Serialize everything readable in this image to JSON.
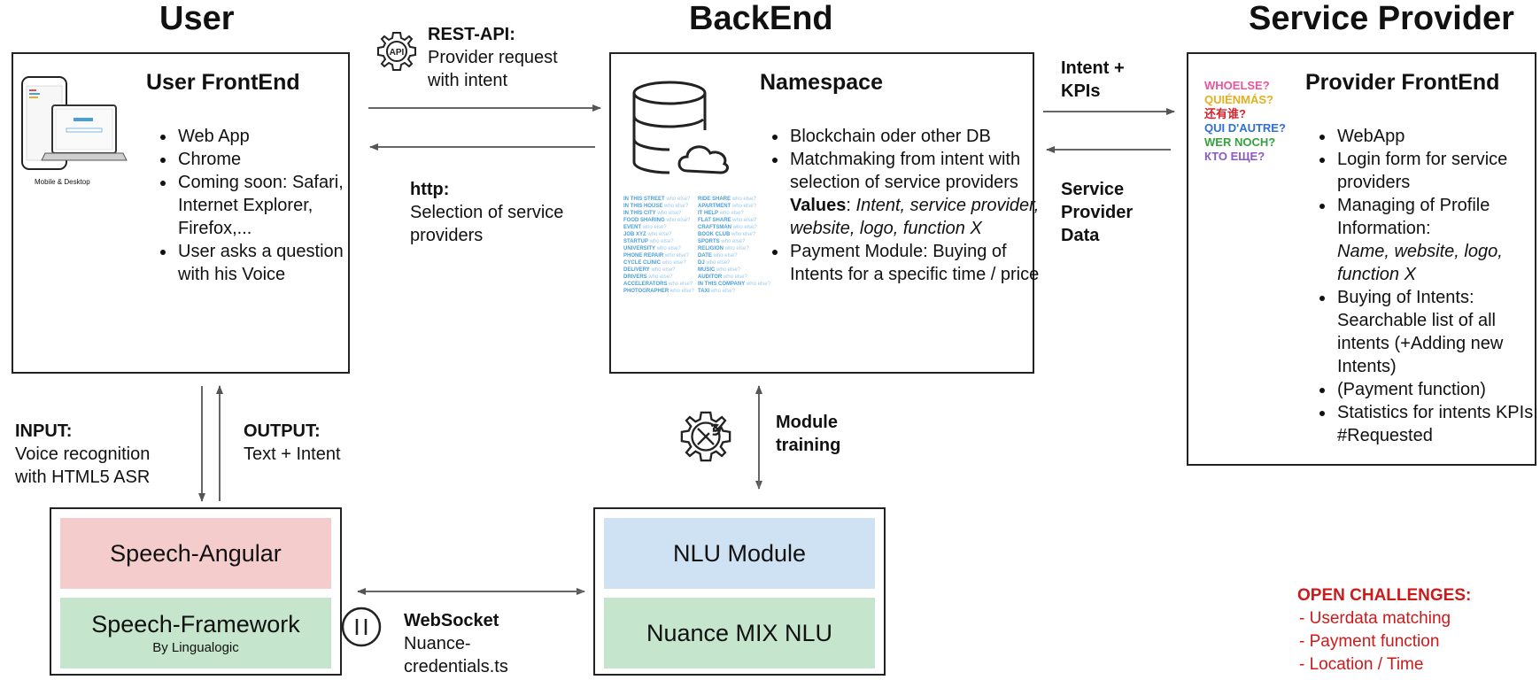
{
  "headers": {
    "user": "User",
    "backend": "BackEnd",
    "provider": "Service Provider"
  },
  "user_frontend": {
    "title": "User FrontEnd",
    "device_caption": "Mobile & Desktop",
    "items": [
      "Web App",
      "Chrome",
      "Coming soon: Safari, Internet Explorer, Firefox,...",
      "User asks a question with his Voice"
    ]
  },
  "namespace": {
    "title": "Namespace",
    "item1": "Blockchain oder other DB",
    "item2": "Matchmaking from intent with selection of service providers",
    "values_label": "Values",
    "values_text": "Intent, service provider, website, logo, function X",
    "item3": "Payment Module: Buying of Intents for a specific time / price",
    "tiny_list_left": [
      "IN THIS STREET",
      "IN THIS HOUSE",
      "IN THIS CITY",
      "FOOD SHARING",
      "EVENT",
      "JOB XYZ",
      "STARTUP",
      "UNIVERSITY",
      "PHONE REPAIR",
      "CYCLE CLINIC",
      "DELIVERY",
      "DRIVERS",
      "ACCELERATORS",
      "PHOTOGRAPHER"
    ],
    "tiny_list_right": [
      "RIDE SHARE",
      "APARTMENT",
      "IT HELP",
      "FLAT SHARE",
      "CRAFTSMAN",
      "BOOK CLUB",
      "SPORTS",
      "RELIGION",
      "DATE",
      "DJ",
      "MUSIC",
      "AUDITOR",
      "IN THIS COMPANY",
      "TAXI"
    ],
    "tiny_suffix": "who else?"
  },
  "provider_frontend": {
    "title": "Provider FrontEnd",
    "logo_lines": [
      "WHOELSE?",
      "QUIÉNMÁS?",
      "还有谁?",
      "QUI D'AUTRE?",
      "WER NOCH?",
      "КТО ЕЩЕ?"
    ],
    "items_plain": [
      "WebApp",
      "Login form for service providers"
    ],
    "profile_label": "Managing of Profile Information:",
    "profile_values": "Name, website, logo, function X",
    "items_rest": [
      "Buying of Intents: Searchable list of all intents (+Adding new Intents)",
      "(Payment function)",
      "Statistics for intents KPIs: #Requested"
    ]
  },
  "connectors": {
    "rest_title": "REST-API:",
    "rest_text": "Provider request with intent",
    "http_title": "http:",
    "http_text": "Selection of service providers",
    "intent_kpis": "Intent + KPIs",
    "sp_data": "Service Provider Data",
    "input_title": "INPUT:",
    "input_text": "Voice recognition with HTML5 ASR",
    "output_title": "OUTPUT:",
    "output_text": "Text + Intent",
    "module_training": "Module training",
    "ws_title": "WebSocket",
    "ws_text": "Nuance-credentials.ts"
  },
  "speech": {
    "angular": "Speech-Angular",
    "framework": "Speech-Framework",
    "framework_sub": "By Lingualogic"
  },
  "nlu": {
    "module": "NLU Module",
    "nuance": "Nuance MIX NLU"
  },
  "challenges": {
    "title": "OPEN CHALLENGES:",
    "items": [
      "-  Userdata matching",
      "-  Payment function",
      "-  Location / Time"
    ]
  },
  "colors": {
    "speech_angular": "#f4cccc",
    "speech_framework": "#c6e5cd",
    "nlu_module": "#cfe2f3",
    "nuance": "#c6e5cd",
    "challenge_red": "#cc1a1a",
    "arrow": "#555555"
  }
}
